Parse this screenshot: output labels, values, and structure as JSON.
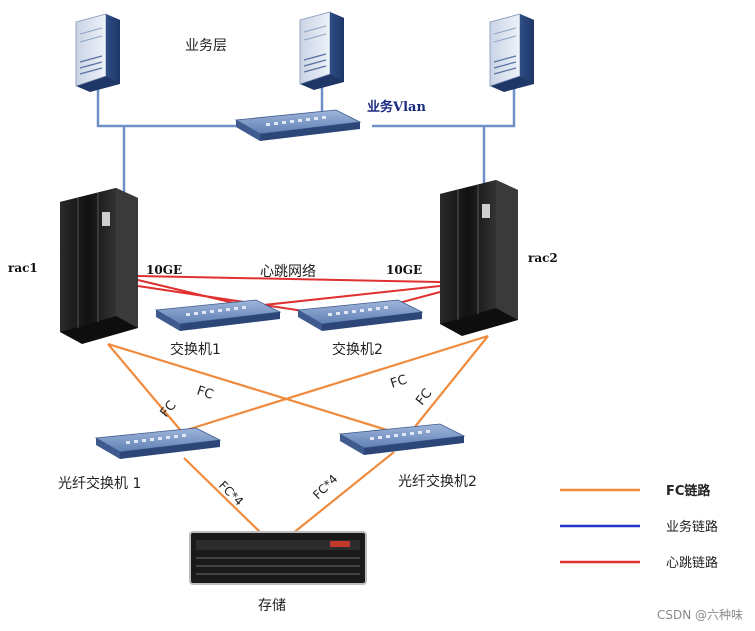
{
  "labels": {
    "business_layer": "业务层",
    "business_vlan": "业务Vlan",
    "rac1": "rac1",
    "rac2": "rac2",
    "ge_left": "10GE",
    "ge_right": "10GE",
    "heartbeat_network": "心跳网络",
    "switch1": "交换机1",
    "switch2": "交换机2",
    "fc_a": "FC",
    "fc_b": "FC",
    "fc_c": "FC",
    "fc_d": "FC",
    "fiber_switch1": "光纤交换机 1",
    "fiber_switch2": "光纤交换机2",
    "fc4_left": "FC*4",
    "fc4_right": "FC*4",
    "storage": "存储"
  },
  "legend": {
    "items": [
      {
        "label": "FC链路",
        "color": "#f08a3c"
      },
      {
        "label": "业务链路",
        "color": "#2233cc"
      },
      {
        "label": "心跳链路",
        "color": "#e03030"
      }
    ]
  },
  "colors": {
    "fc": "#f08a3c",
    "business": "#6f8fc8",
    "heartbeat": "#e03030"
  },
  "watermark": "CSDN @六种味"
}
